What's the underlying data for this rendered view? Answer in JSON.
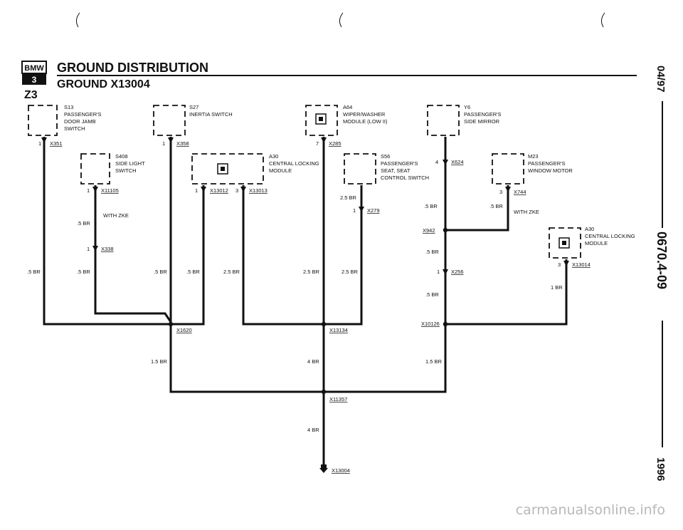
{
  "header": {
    "logo_text": "BMW",
    "logo_series": "3",
    "model": "Z3",
    "title": "GROUND DISTRIBUTION",
    "subtitle": "GROUND X13004"
  },
  "sidebar": {
    "date": "04/97",
    "doc_number": "0670.4-09",
    "year": "1996"
  },
  "watermark": "carmanualsonline.info",
  "components": {
    "s13": {
      "code": "S13",
      "l1": "PASSENGER'S",
      "l2": "DOOR JAMB",
      "l3": "SWITCH",
      "pin": "1",
      "conn": "X351",
      "wire": ".5 BR"
    },
    "s27": {
      "code": "S27",
      "l1": "INERTIA SWITCH",
      "pin": "1",
      "conn": "X358",
      "wire": ".5 BR"
    },
    "a64": {
      "code": "A64",
      "l1": "WIPER/WASHER",
      "l2": "MODULE (LOW II)",
      "pin": "7",
      "conn": "X285",
      "wire": "2.5 BR"
    },
    "y6": {
      "code": "Y6",
      "l1": "PASSENGER'S",
      "l2": "SIDE MIRROR",
      "pin": "4",
      "conn": "X624",
      "wire": ".5 BR"
    },
    "s408": {
      "code": "S408",
      "l1": "SIDE LIGHT",
      "l2": "SWITCH",
      "pin": "1",
      "conn": "X11105",
      "note": "WITH ZKE",
      "wire": ".5 BR",
      "pin2": "1",
      "conn2": "X338",
      "wire2": ".5 BR"
    },
    "a30a": {
      "code": "A30",
      "l1": "CENTRAL LOCKING",
      "l2": "MODULE",
      "pin_a": "1",
      "conn_a": "X13012",
      "wire_a": ".5 BR",
      "pin_b": "3",
      "conn_b": "X13013",
      "wire_b": "2.5 BR"
    },
    "s56": {
      "code": "S56",
      "l1": "PASSENGER'S",
      "l2": "SEAT, SEAT",
      "l3": "CONTROL SWITCH",
      "wire_top": "2.5 BR",
      "pin": "1",
      "conn": "X279",
      "wire": "2.5 BR"
    },
    "m23": {
      "code": "M23",
      "l1": "PASSENGER'S",
      "l2": "WINDOW MOTOR",
      "pin": "3",
      "conn": "X744",
      "wire": ".5 BR",
      "note": "WITH ZKE"
    },
    "a30b": {
      "code": "A30",
      "l1": "CENTRAL LOCKING",
      "l2": "MODULE",
      "pin": "3",
      "conn": "X13014",
      "wire": "1 BR"
    }
  },
  "splices": {
    "x942": "X942",
    "x942_wire": ".5 BR",
    "x256_pin": "1",
    "x256": "X256",
    "x256_wire": ".5 BR",
    "x1620": "X1620",
    "x1620_wire": "1.5 BR",
    "x13134": "X13134",
    "x13134_wire": "4 BR",
    "x10126": "X10126",
    "x10126_wire": "1.5 BR",
    "x11357": "X11357",
    "x11357_wire": "4 BR",
    "ground": "X13004"
  }
}
